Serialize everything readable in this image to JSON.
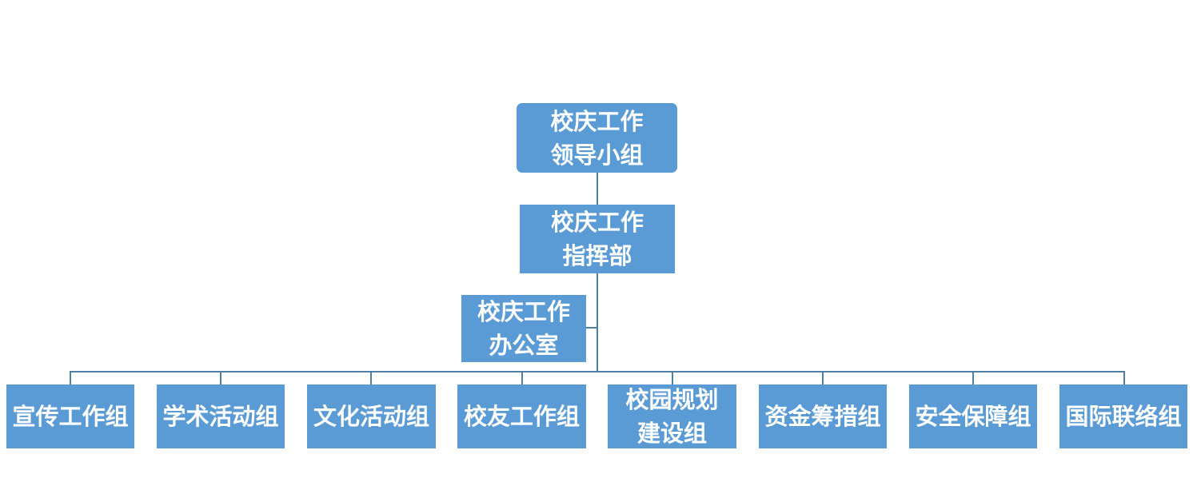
{
  "colors": {
    "box_fill": "#5b9bd5",
    "box_text": "#ffffff",
    "connector": "#4f7fa6",
    "background": "#ffffff"
  },
  "root": {
    "lines": [
      "校庆工作",
      "领导小组"
    ]
  },
  "command": {
    "lines": [
      "校庆工作",
      "指挥部"
    ]
  },
  "office": {
    "lines": [
      "校庆工作",
      "办公室"
    ]
  },
  "groups": [
    {
      "lines": [
        "宣传工作组"
      ]
    },
    {
      "lines": [
        "学术活动组"
      ]
    },
    {
      "lines": [
        "文化活动组"
      ]
    },
    {
      "lines": [
        "校友工作组"
      ]
    },
    {
      "lines": [
        "校园规划",
        "建设组"
      ]
    },
    {
      "lines": [
        "资金筹措组"
      ]
    },
    {
      "lines": [
        "安全保障组"
      ]
    },
    {
      "lines": [
        "国际联络组"
      ]
    }
  ]
}
